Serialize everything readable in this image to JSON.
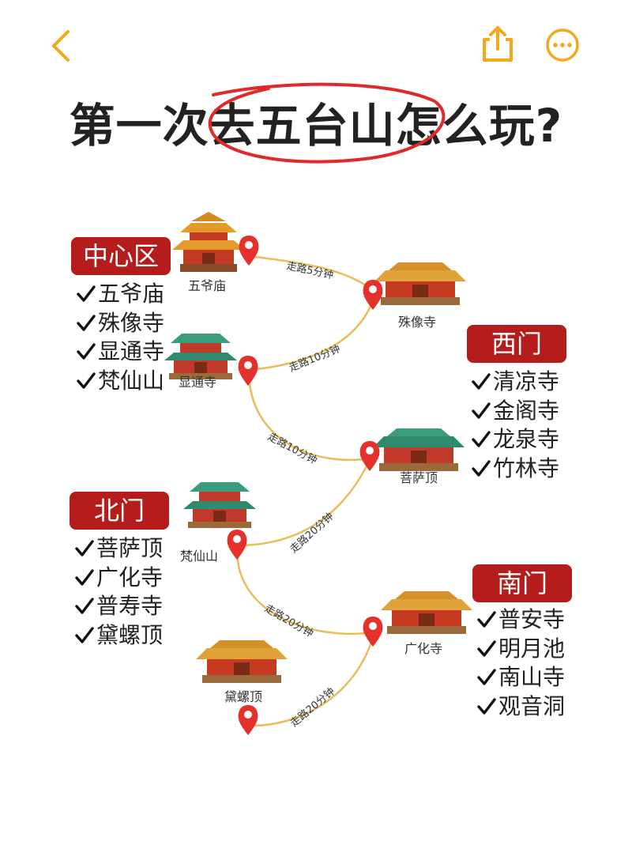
{
  "nav": {
    "back_icon": "chevron-left-icon",
    "share_icon": "share-icon",
    "more_icon": "more-dots-icon",
    "accent": "#f3a81c"
  },
  "title": "第一次去五台山怎么玩?",
  "colors": {
    "badge": "#b51d1c",
    "route": "#e7bd5c",
    "pin": "#e4312b"
  },
  "zones": {
    "center": {
      "label": "中心区",
      "items": [
        "五爷庙",
        "殊像寺",
        "显通寺",
        "梵仙山"
      ]
    },
    "west": {
      "label": "西门",
      "items": [
        "清凉寺",
        "金阁寺",
        "龙泉寺",
        "竹林寺"
      ]
    },
    "north": {
      "label": "北门",
      "items": [
        "菩萨顶",
        "广化寺",
        "普寿寺",
        "黛螺顶"
      ]
    },
    "south": {
      "label": "南门",
      "items": [
        "普安寺",
        "明月池",
        "南山寺",
        "观音洞"
      ]
    }
  },
  "stops": [
    "五爷庙",
    "殊像寺",
    "显通寺",
    "菩萨顶",
    "梵仙山",
    "广化寺",
    "黛螺顶"
  ],
  "legs": [
    "走路5分钟",
    "走路10分钟",
    "走路10分钟",
    "走路20分钟",
    "走路20分钟",
    "走路20分钟"
  ]
}
